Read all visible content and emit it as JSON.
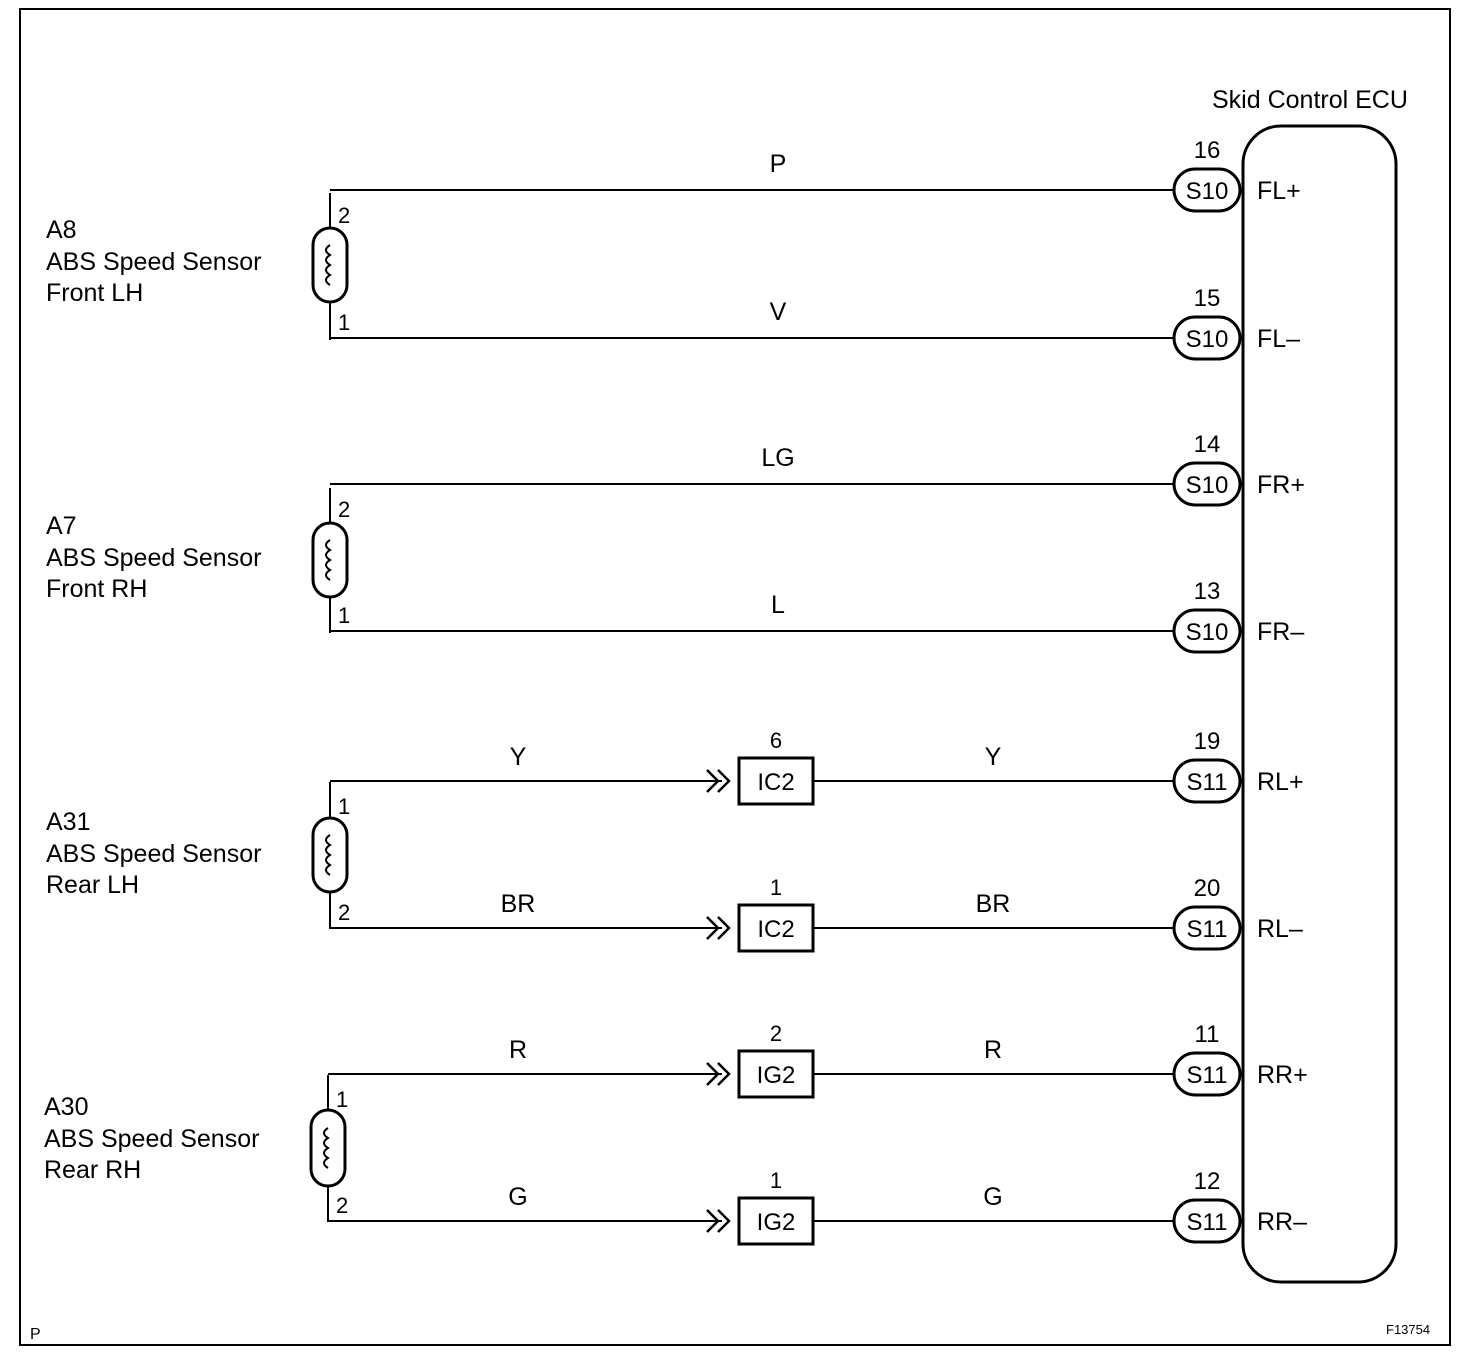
{
  "ecu": {
    "title": "Skid Control ECU"
  },
  "footer": {
    "left": "P",
    "right": "F13754"
  },
  "sensors": [
    {
      "id": "A8",
      "name": "ABS Speed Sensor",
      "pos": "Front LH"
    },
    {
      "id": "A7",
      "name": "ABS Speed Sensor",
      "pos": "Front RH"
    },
    {
      "id": "A31",
      "name": "ABS Speed Sensor",
      "pos": "Rear LH"
    },
    {
      "id": "A30",
      "name": "ABS Speed Sensor",
      "pos": "Rear RH"
    }
  ],
  "wires": [
    {
      "sensor_pin": "2",
      "color": "P",
      "connector": null,
      "ecu_pin": "16",
      "ecu_conn": "S10",
      "terminal": "FL+"
    },
    {
      "sensor_pin": "1",
      "color": "V",
      "connector": null,
      "ecu_pin": "15",
      "ecu_conn": "S10",
      "terminal": "FL–"
    },
    {
      "sensor_pin": "2",
      "color": "LG",
      "connector": null,
      "ecu_pin": "14",
      "ecu_conn": "S10",
      "terminal": "FR+"
    },
    {
      "sensor_pin": "1",
      "color": "L",
      "connector": null,
      "ecu_pin": "13",
      "ecu_conn": "S10",
      "terminal": "FR–"
    },
    {
      "sensor_pin": "1",
      "color": "Y",
      "connector": {
        "name": "IC2",
        "pin": "6"
      },
      "color2": "Y",
      "ecu_pin": "19",
      "ecu_conn": "S11",
      "terminal": "RL+"
    },
    {
      "sensor_pin": "2",
      "color": "BR",
      "connector": {
        "name": "IC2",
        "pin": "1"
      },
      "color2": "BR",
      "ecu_pin": "20",
      "ecu_conn": "S11",
      "terminal": "RL–"
    },
    {
      "sensor_pin": "1",
      "color": "R",
      "connector": {
        "name": "IG2",
        "pin": "2"
      },
      "color2": "R",
      "ecu_pin": "11",
      "ecu_conn": "S11",
      "terminal": "RR+"
    },
    {
      "sensor_pin": "2",
      "color": "G",
      "connector": {
        "name": "IG2",
        "pin": "1"
      },
      "color2": "G",
      "ecu_pin": "12",
      "ecu_conn": "S11",
      "terminal": "RR–"
    }
  ]
}
